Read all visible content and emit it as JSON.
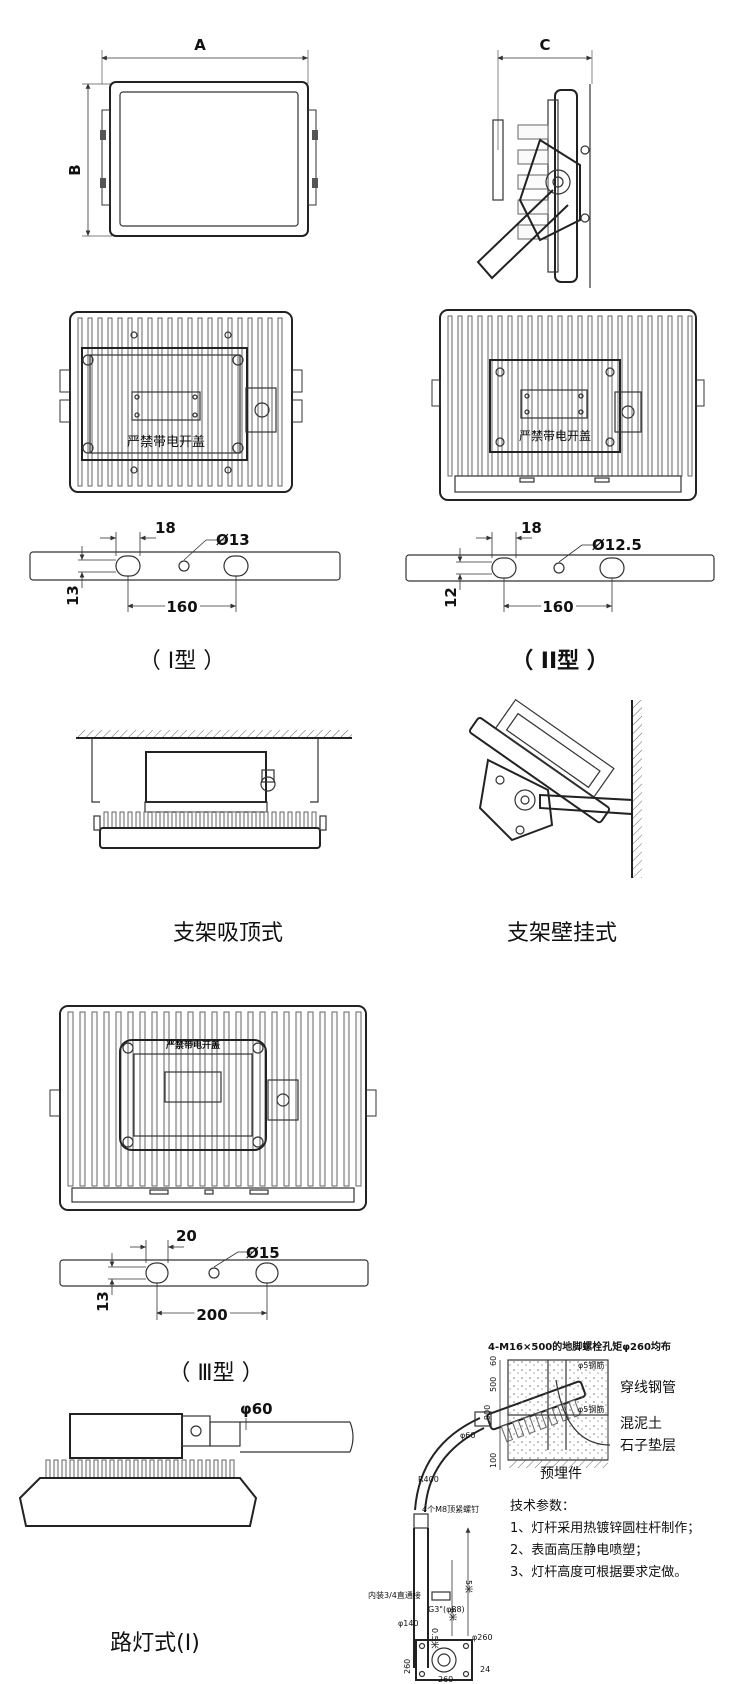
{
  "dims": {
    "A": "A",
    "B": "B",
    "C": "C",
    "t1_slot": "18",
    "t1_hole": "Ø13",
    "t1_height": "13",
    "t1_span": "160",
    "t2_slot": "18",
    "t2_hole": "Ø12.5",
    "t2_height": "12",
    "t2_span": "160",
    "t3_slot": "20",
    "t3_hole": "Ø15",
    "t3_height": "13",
    "t3_span": "200",
    "pipe": "φ60"
  },
  "cover_label": "严禁带电开盖",
  "captions": {
    "type1": "（ I型 ）",
    "type2": "（ II型 ）",
    "type3": "（ Ⅲ型 ）",
    "ceiling": "支架吸顶式",
    "wall": "支架壁挂式",
    "street": "路灯式(I)"
  },
  "pole": {
    "arm_dia": "φ60",
    "radius": "R400",
    "bolts": "4个M8顶紧螺钉",
    "height_top": "5米",
    "height_main": "6米",
    "pipe_inner": "G3\"(φ88)",
    "base_dia": "φ140",
    "base_note": "内装3/4直通接",
    "base_h": "0.5米",
    "flange": "φ260",
    "flange_w": "260",
    "flange_h": "260",
    "flange_t": "24"
  },
  "foundation": {
    "title": "4-M16×500的地脚螺栓孔矩φ260均布",
    "rebar_top": "φ5钢筋",
    "rebar_bottom": "φ5钢筋",
    "d60": "60",
    "d500": "500",
    "d900": "900",
    "d100": "100",
    "label_pipe": "穿线钢管",
    "label_concrete": "混泥土",
    "label_stone": "石子垫层",
    "label_embed": "预埋件"
  },
  "tech": {
    "title": "技术参数：",
    "items": [
      "1、灯杆采用热镀锌圆柱杆制作；",
      "2、表面高压静电喷塑；",
      "3、灯杆高度可根据要求定做。"
    ]
  }
}
